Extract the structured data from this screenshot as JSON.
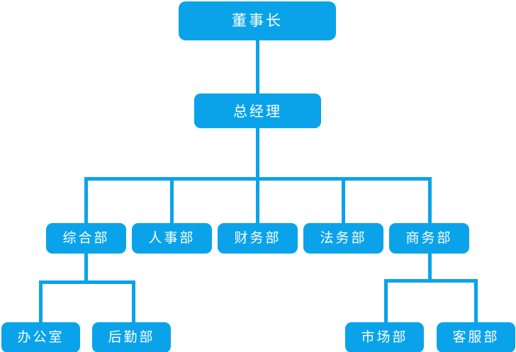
{
  "chart_data": {
    "type": "diagram",
    "diagram_type": "organization-chart",
    "title": "",
    "accent_color": "#0aa3ea",
    "text_color": "#ffffff",
    "background_color": "#ffffff",
    "orientation": "top-down",
    "levels": 4,
    "nodes": [
      {
        "id": "chairman",
        "label": "董事长",
        "level": 1,
        "parent": null
      },
      {
        "id": "gm",
        "label": "总经理",
        "level": 2,
        "parent": "chairman"
      },
      {
        "id": "general",
        "label": "综合部",
        "level": 3,
        "parent": "gm"
      },
      {
        "id": "hr",
        "label": "人事部",
        "level": 3,
        "parent": "gm"
      },
      {
        "id": "finance",
        "label": "财务部",
        "level": 3,
        "parent": "gm"
      },
      {
        "id": "legal",
        "label": "法务部",
        "level": 3,
        "parent": "gm"
      },
      {
        "id": "business",
        "label": "商务部",
        "level": 3,
        "parent": "gm"
      },
      {
        "id": "office",
        "label": "办公室",
        "level": 4,
        "parent": "general"
      },
      {
        "id": "logistics",
        "label": "后勤部",
        "level": 4,
        "parent": "general"
      },
      {
        "id": "marketing",
        "label": "市场部",
        "level": 4,
        "parent": "business"
      },
      {
        "id": "service",
        "label": "客服部",
        "level": 4,
        "parent": "business"
      }
    ],
    "edges": [
      {
        "from": "chairman",
        "to": "gm"
      },
      {
        "from": "gm",
        "to": "general"
      },
      {
        "from": "gm",
        "to": "hr"
      },
      {
        "from": "gm",
        "to": "finance"
      },
      {
        "from": "gm",
        "to": "legal"
      },
      {
        "from": "gm",
        "to": "business"
      },
      {
        "from": "general",
        "to": "office"
      },
      {
        "from": "general",
        "to": "logistics"
      },
      {
        "from": "business",
        "to": "marketing"
      },
      {
        "from": "business",
        "to": "service"
      }
    ]
  },
  "chart": {
    "level1": {
      "chairman": "董事长"
    },
    "level2": {
      "gm": "总经理"
    },
    "level3": {
      "general": "综合部",
      "hr": "人事部",
      "finance": "财务部",
      "legal": "法务部",
      "business": "商务部"
    },
    "level4": {
      "office": "办公室",
      "logistics": "后勤部",
      "marketing": "市场部",
      "service": "客服部"
    }
  }
}
